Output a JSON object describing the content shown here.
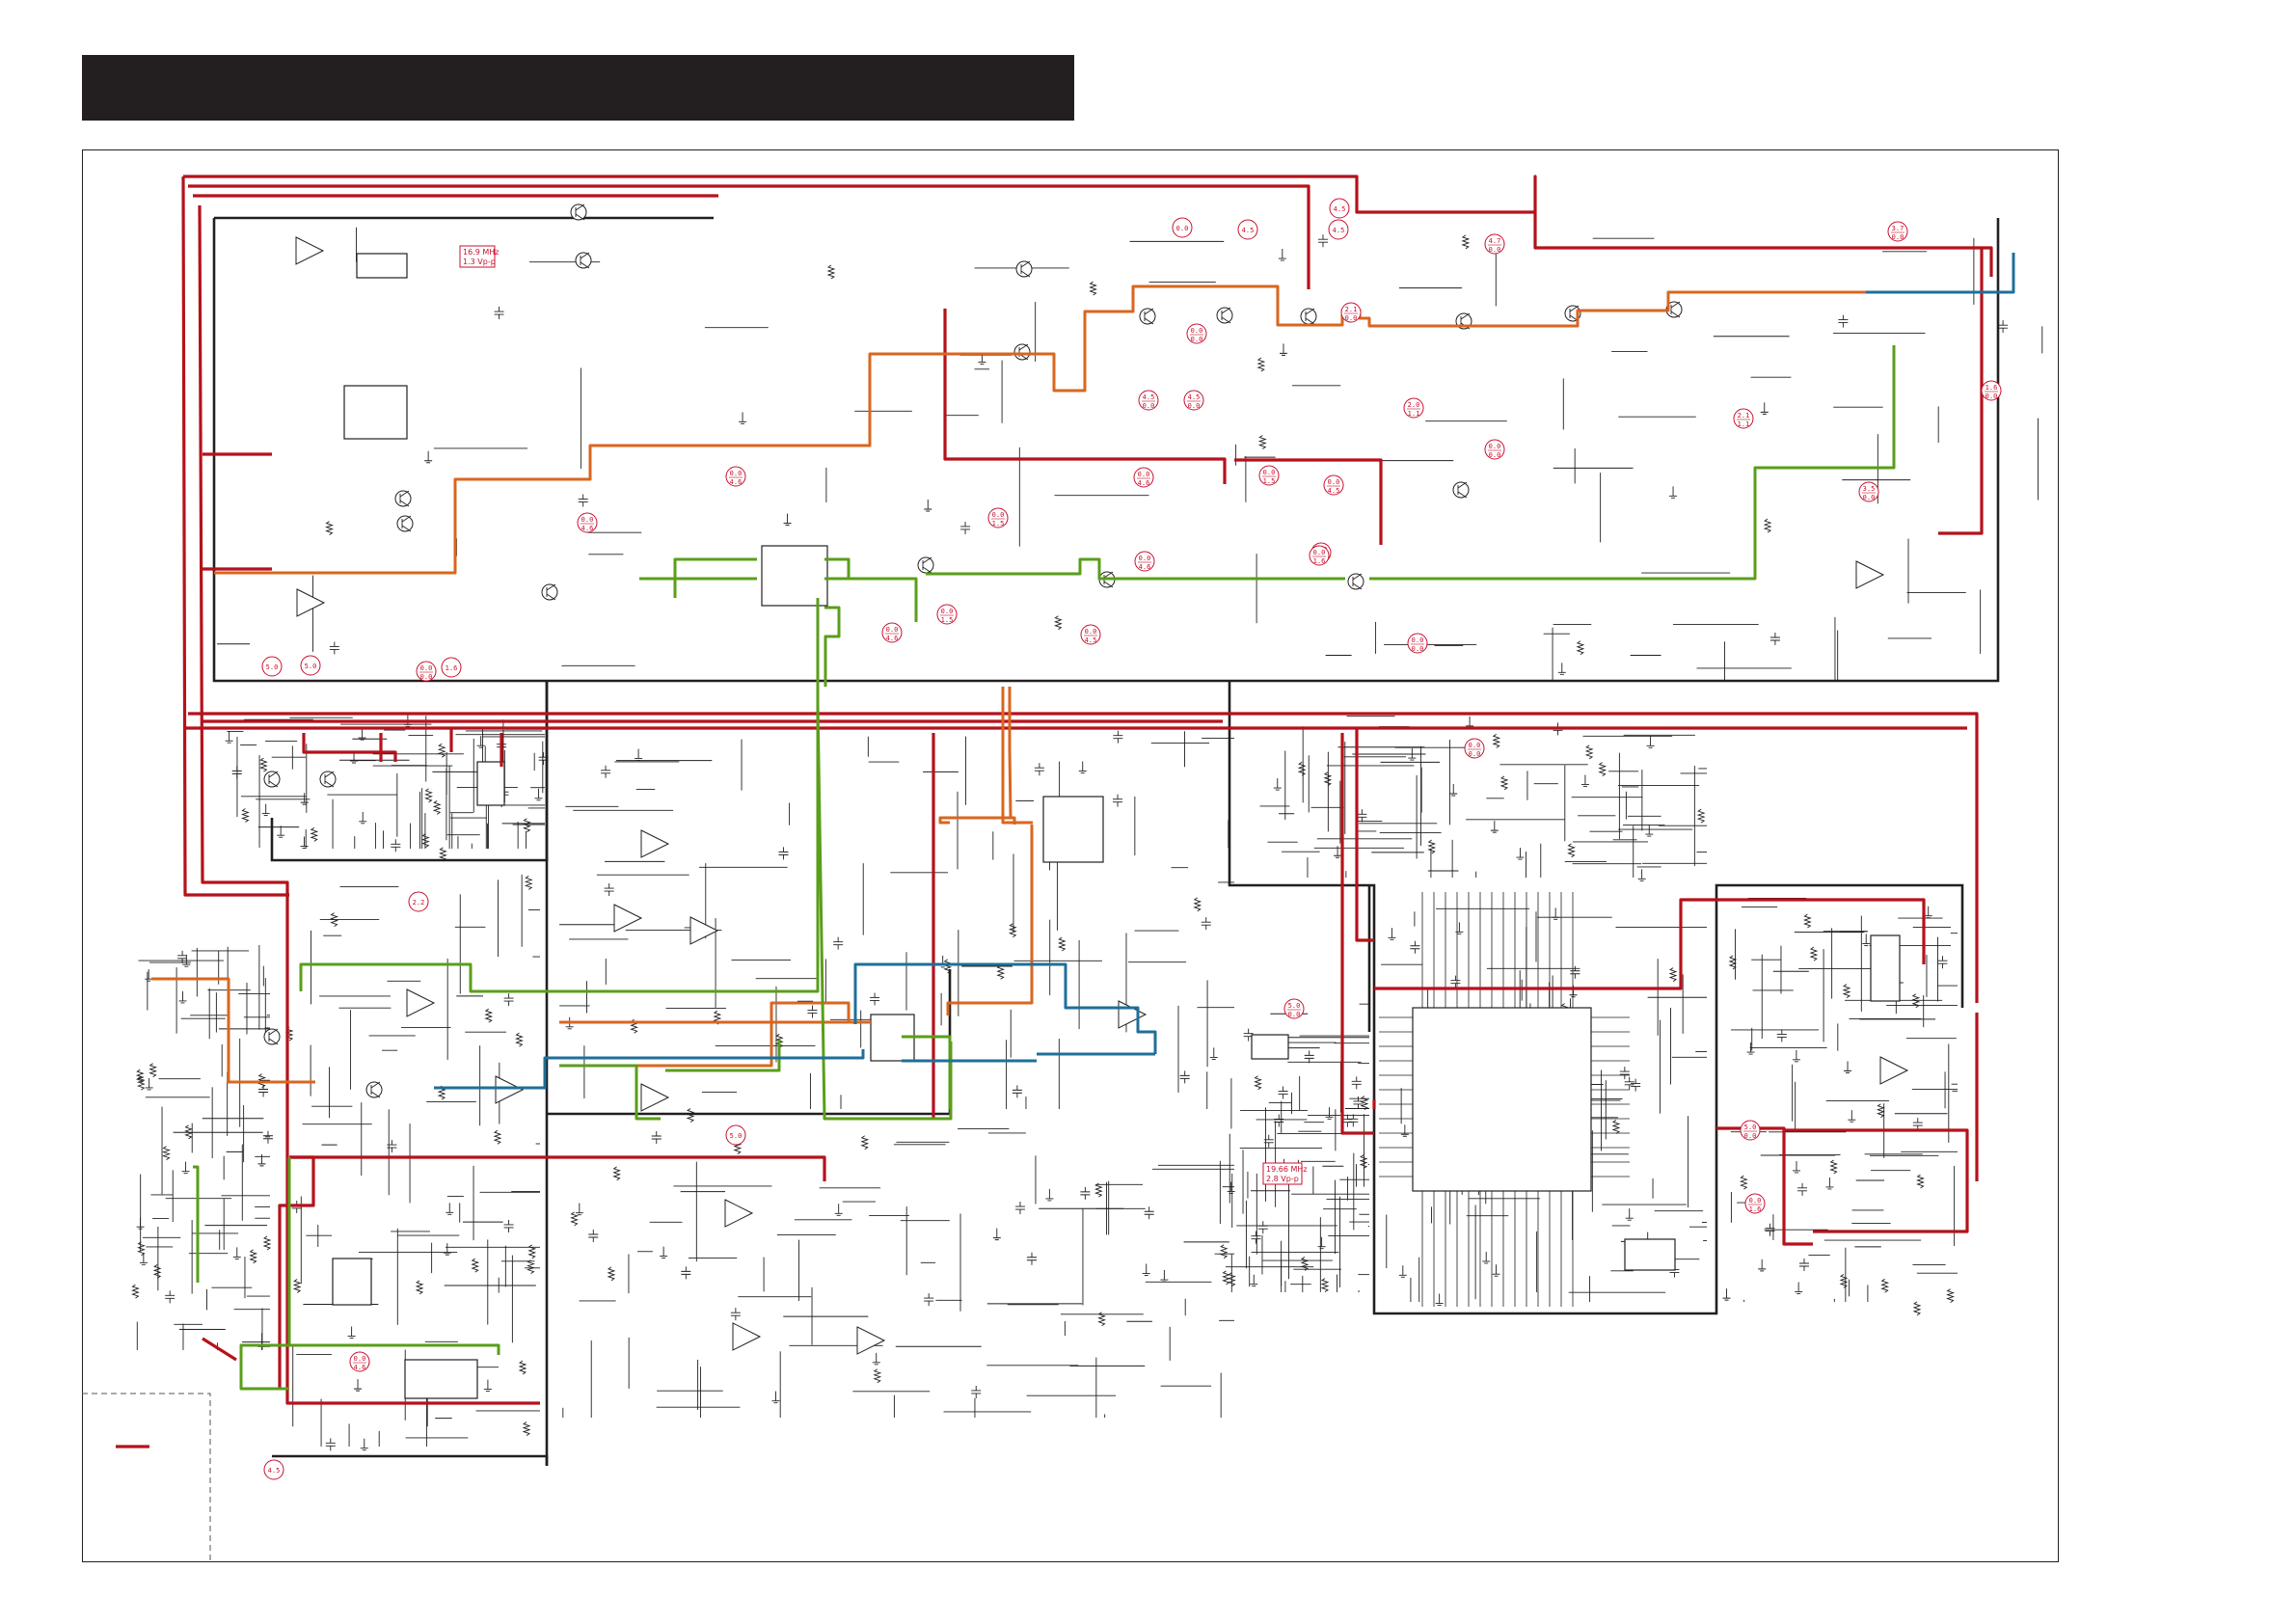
{
  "header": {
    "title": ""
  },
  "colors": {
    "frame": "#231f20",
    "wire": "#231f20",
    "red_path": "#b5121b",
    "orange_path": "#d9661f",
    "green_path": "#5a9e1a",
    "blue_path": "#1f6f9a",
    "test_point": "#c8102e"
  },
  "annotations": {
    "osc1_freq": "16.9 MHz",
    "osc1_level": "1.3 Vp-p",
    "osc2_freq": "19.66 MHz",
    "osc2_level": "2.8 Vp-p"
  },
  "test_points": [
    {
      "id": "tp1",
      "line1": "4.5",
      "line2": ""
    },
    {
      "id": "tp2",
      "line1": "0.0",
      "line2": ""
    },
    {
      "id": "tp3",
      "line1": "4.5",
      "line2": ""
    },
    {
      "id": "tp4",
      "line1": "4.5",
      "line2": ""
    },
    {
      "id": "tp5",
      "line1": "4.7",
      "line2": "0.0"
    },
    {
      "id": "tp6",
      "line1": "3.7",
      "line2": "0.0"
    },
    {
      "id": "tp7",
      "line1": "0.0",
      "line2": "0.0"
    },
    {
      "id": "tp8",
      "line1": "4.5",
      "line2": "0.0"
    },
    {
      "id": "tp9",
      "line1": "4.5",
      "line2": "0.0"
    },
    {
      "id": "tp10",
      "line1": "2.1",
      "line2": "0.0"
    },
    {
      "id": "tp11",
      "line1": "2.0",
      "line2": "1.1"
    },
    {
      "id": "tp12",
      "line1": "2.1",
      "line2": "1.1"
    },
    {
      "id": "tp13",
      "line1": "1.6",
      "line2": "0.0"
    },
    {
      "id": "tp14",
      "line1": "0.0",
      "line2": "0.0"
    },
    {
      "id": "tp15",
      "line1": "3.5",
      "line2": "0.0"
    },
    {
      "id": "tp16",
      "line1": "0.0",
      "line2": "4.6"
    },
    {
      "id": "tp17",
      "line1": "0.0",
      "line2": "4.6"
    },
    {
      "id": "tp18",
      "line1": "0.0",
      "line2": "4.6"
    },
    {
      "id": "tp19",
      "line1": "0.0",
      "line2": "1.5"
    },
    {
      "id": "tp20",
      "line1": "0.0",
      "line2": "4.5"
    },
    {
      "id": "tp21",
      "line1": "0.0",
      "line2": "1.5"
    },
    {
      "id": "tp22",
      "line1": "0.0",
      "line2": "4.6"
    },
    {
      "id": "tp23",
      "line1": "0.0",
      "line2": "1.6"
    },
    {
      "id": "tp24",
      "line1": "0.0",
      "line2": "4.6"
    },
    {
      "id": "tp25",
      "line1": "0.0",
      "line2": "1.5"
    },
    {
      "id": "tp26",
      "line1": "0.0",
      "line2": "4.6"
    },
    {
      "id": "tp27",
      "line1": "0.0",
      "line2": "4.5"
    },
    {
      "id": "tp28",
      "line1": "0.0",
      "line2": "0.0"
    },
    {
      "id": "tp29",
      "line1": "5.0",
      "line2": ""
    },
    {
      "id": "tp30",
      "line1": "5.0",
      "line2": ""
    },
    {
      "id": "tp31",
      "line1": "0.0",
      "line2": "0.0"
    },
    {
      "id": "tp32",
      "line1": "1.6",
      "line2": ""
    },
    {
      "id": "tp33",
      "line1": "0.0",
      "line2": "0.0"
    },
    {
      "id": "tp34",
      "line1": "2.2",
      "line2": ""
    },
    {
      "id": "tp35",
      "line1": "5.0",
      "line2": ""
    },
    {
      "id": "tp36",
      "line1": "5.0",
      "line2": "0.0"
    },
    {
      "id": "tp37",
      "line1": "5.0",
      "line2": "0.0"
    },
    {
      "id": "tp38",
      "line1": "0.0",
      "line2": "1.6"
    },
    {
      "id": "tp39",
      "line1": "0.0",
      "line2": "4.6"
    }
  ]
}
